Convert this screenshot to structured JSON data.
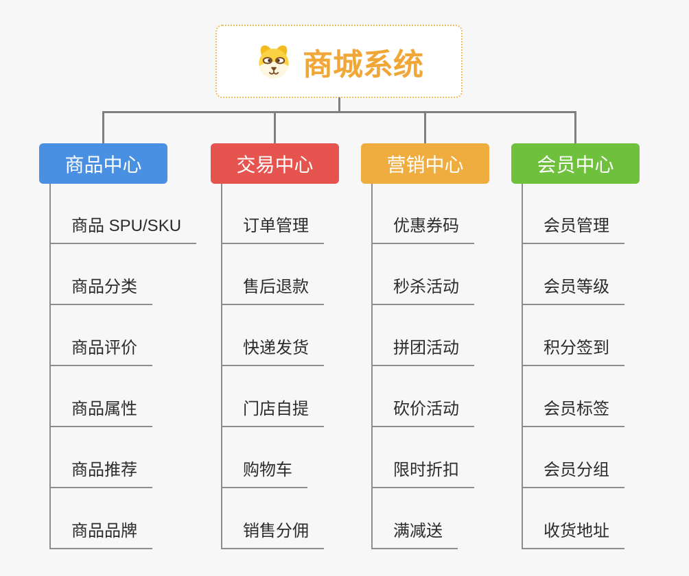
{
  "canvas": {
    "background": "#f7f7f7",
    "connector_color": "#7f7f7f",
    "branch_line_color": "#8c8c8c",
    "item_text_color": "#2b2b2b"
  },
  "root": {
    "label": "商城系统",
    "icon": "dog-face-icon",
    "text_color": "#f0a737",
    "border_color": "#f1bc60",
    "background": "#ffffff"
  },
  "branches": [
    {
      "label": "商品中心",
      "color": "#4a90e2",
      "items": [
        "商品 SPU/SKU",
        "商品分类",
        "商品评价",
        "商品属性",
        "商品推荐",
        "商品品牌"
      ]
    },
    {
      "label": "交易中心",
      "color": "#e5544e",
      "items": [
        "订单管理",
        "售后退款",
        "快递发货",
        "门店自提",
        "购物车",
        "销售分佣"
      ]
    },
    {
      "label": "营销中心",
      "color": "#eead3e",
      "items": [
        "优惠券码",
        "秒杀活动",
        "拼团活动",
        "砍价活动",
        "限时折扣",
        "满减送"
      ]
    },
    {
      "label": "会员中心",
      "color": "#6fc13d",
      "items": [
        "会员管理",
        "会员等级",
        "积分签到",
        "会员标签",
        "会员分组",
        "收货地址"
      ]
    }
  ]
}
